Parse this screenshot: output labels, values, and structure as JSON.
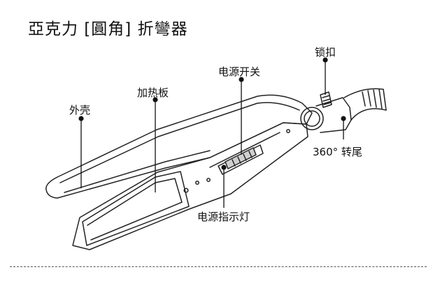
{
  "title": "亞克力 [圓角] 折彎器",
  "labels": {
    "shell": "外壳",
    "heating_plate": "加热板",
    "power_switch": "电源开关",
    "lock": "锁扣",
    "swivel": "360° 转尾",
    "indicator_light": "电源指示灯"
  }
}
